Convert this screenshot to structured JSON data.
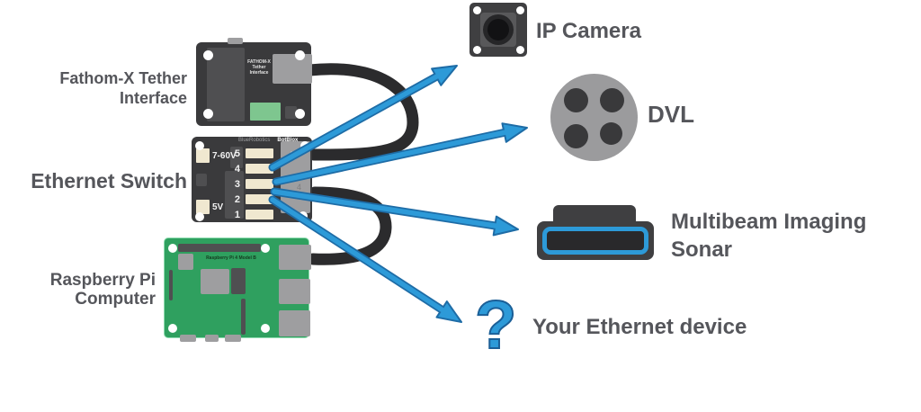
{
  "labels": {
    "fathom": "Fathom-X Tether\nInterface",
    "ethernet_switch": "Ethernet Switch",
    "raspberry_pi": "Raspberry Pi\nComputer",
    "ip_camera": "IP Camera",
    "dvl": "DVL",
    "sonar": "Multibeam Imaging\nSonar",
    "ethernet_device": "Your Ethernet device",
    "question_mark": "?"
  },
  "fathom_board": {
    "silkscreen": "FATHOM-X\nTether\nInterface"
  },
  "ethernet_switch_board": {
    "power_labels": [
      "7-60V",
      "5V"
    ],
    "ports": [
      "5",
      "4",
      "3",
      "2",
      "1"
    ],
    "jack_numbers": [
      "5",
      "4"
    ],
    "logos": [
      "BlueRobotics",
      "BotBlox"
    ]
  },
  "raspberry_pi_board": {
    "silkscreen": "Raspberry Pi 4 Model B"
  },
  "colors": {
    "arrow_blue": "#2d9ad8",
    "arrow_outline": "#1e6ca6",
    "board_dark": "#3a3a3c",
    "module_gray": "#4f4f51",
    "connector_gray": "#9e9ea0",
    "pad_cream": "#f0e8d0",
    "pi_green": "#2fa05f",
    "fathom_green_connector": "#7ec68f",
    "label_gray": "#55565b",
    "cable_black": "#2b2b2d"
  },
  "connections": [
    {
      "from": "ethernet-switch-port-4",
      "to": "ip-camera",
      "type": "arrow"
    },
    {
      "from": "ethernet-switch-port-3",
      "to": "dvl",
      "type": "arrow"
    },
    {
      "from": "ethernet-switch-port-2",
      "to": "multibeam-imaging-sonar",
      "type": "arrow"
    },
    {
      "from": "ethernet-switch-port-1",
      "to": "your-ethernet-device",
      "type": "arrow"
    },
    {
      "from": "fathom-x-tether-interface",
      "to": "ethernet-switch",
      "type": "cable"
    },
    {
      "from": "raspberry-pi-computer",
      "to": "ethernet-switch",
      "type": "cable"
    }
  ]
}
